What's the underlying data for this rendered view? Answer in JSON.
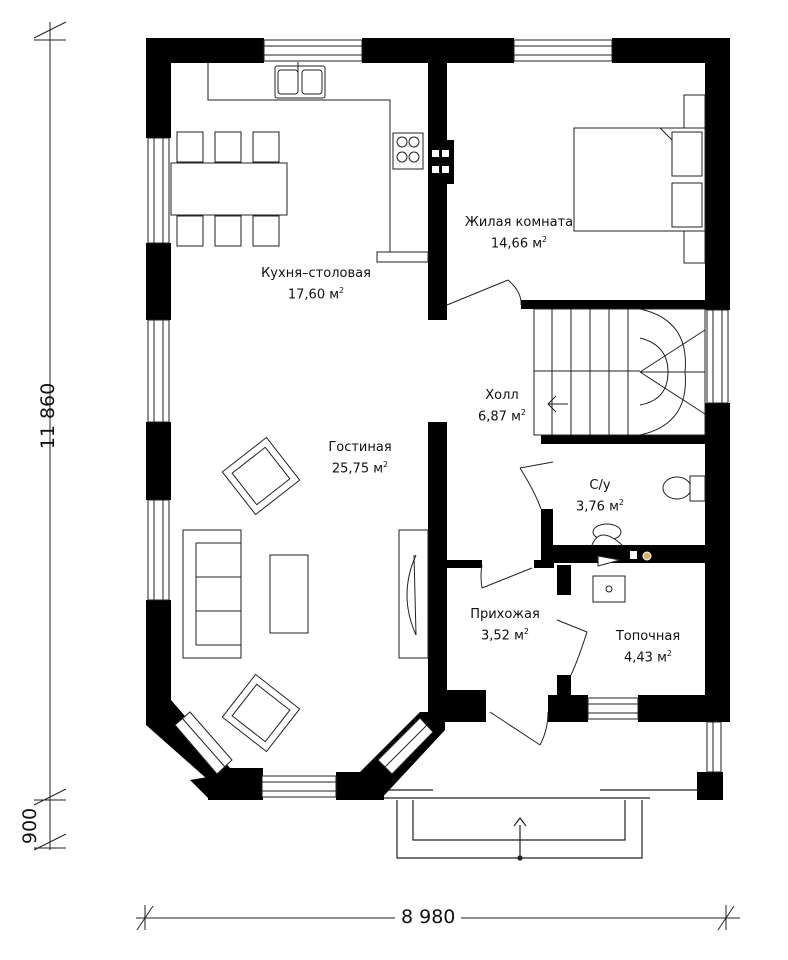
{
  "rooms": {
    "kitchen": {
      "name": "Кухня–столовая",
      "area": "17,60 м",
      "sup": "2"
    },
    "bedroom": {
      "name": "Жилая комната",
      "area": "14,66 м",
      "sup": "2"
    },
    "hall": {
      "name": "Холл",
      "area": "6,87 м",
      "sup": "2"
    },
    "living": {
      "name": "Гостиная",
      "area": "25,75 м",
      "sup": "2"
    },
    "wc": {
      "name": "С/у",
      "area": "3,76 м",
      "sup": "2"
    },
    "entrance": {
      "name": "Прихожая",
      "area": "3,52 м",
      "sup": "2"
    },
    "boiler": {
      "name": "Топочная",
      "area": "4,43 м",
      "sup": "2"
    }
  },
  "dimensions": {
    "total_height": "11 860",
    "porch_depth": "900",
    "total_width": "8 980"
  },
  "colors": {
    "wall": "#000000",
    "line": "#222222",
    "background": "#ffffff"
  }
}
